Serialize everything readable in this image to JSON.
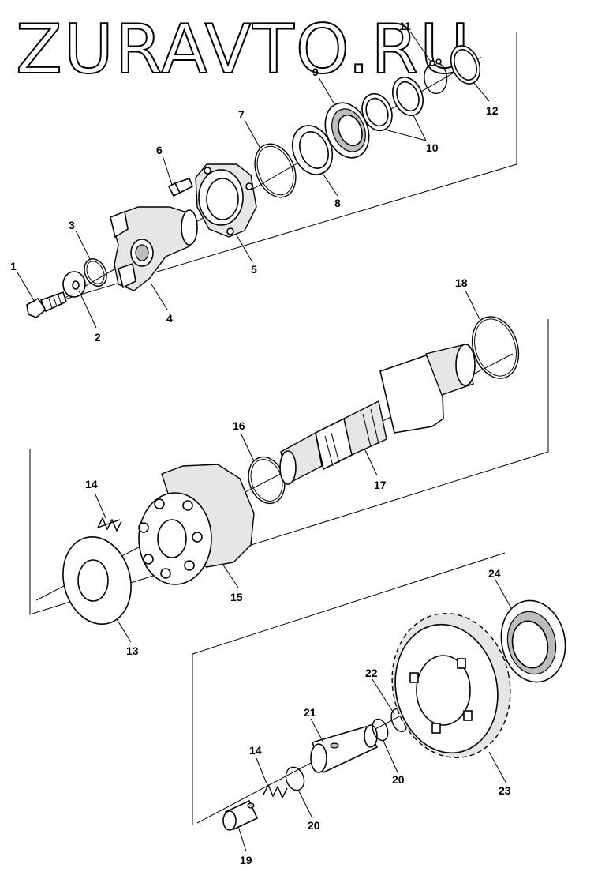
{
  "watermark": "ZURAVTO.RU",
  "callouts": [
    "1",
    "2",
    "3",
    "4",
    "5",
    "6",
    "7",
    "8",
    "9",
    "10",
    "11",
    "12",
    "13",
    "14",
    "15",
    "16",
    "17",
    "18",
    "14",
    "19",
    "20",
    "21",
    "22",
    "20",
    "23",
    "24"
  ],
  "groups": [
    {
      "name": "upper-group",
      "parts": [
        "1",
        "2",
        "3",
        "4",
        "5",
        "6",
        "7",
        "8",
        "9",
        "10",
        "11",
        "12"
      ]
    },
    {
      "name": "middle-group",
      "parts": [
        "13",
        "14",
        "15",
        "16",
        "17",
        "18"
      ]
    },
    {
      "name": "lower-group",
      "parts": [
        "14",
        "19",
        "20",
        "21",
        "22",
        "23",
        "24"
      ]
    }
  ]
}
